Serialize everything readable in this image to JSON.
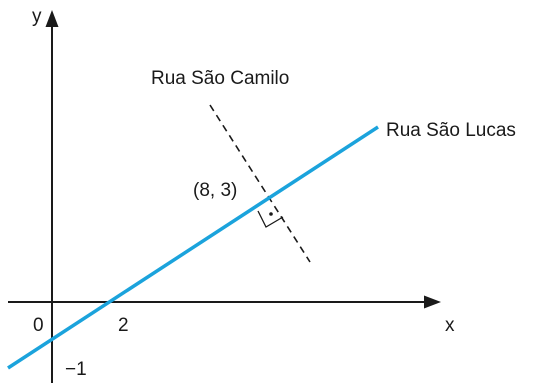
{
  "labels": {
    "y_axis": "y",
    "x_axis": "x",
    "origin": "0",
    "x_intercept": "2",
    "y_intercept": "−1",
    "point": "(8, 3)",
    "street_camilo": "Rua São Camilo",
    "street_lucas": "Rua São Lucas"
  },
  "colors": {
    "lucas_line": "#1ba3dc",
    "axis": "#1a1a1a",
    "camilo_line": "#1a1a1a"
  }
}
